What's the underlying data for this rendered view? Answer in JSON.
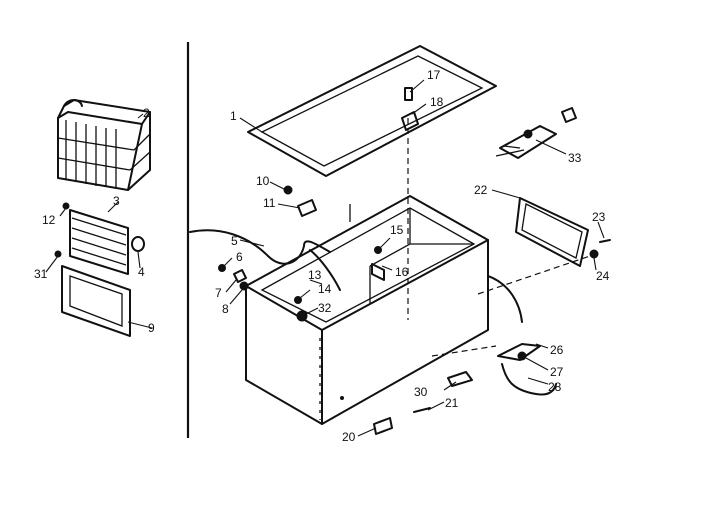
{
  "diagram": {
    "callouts": {
      "c1": "1",
      "c2": "2",
      "c3": "3",
      "c4": "4",
      "c5": "5",
      "c6": "6",
      "c7": "7",
      "c8": "8",
      "c9": "9",
      "c10": "10",
      "c11": "11",
      "c12": "12",
      "c13": "13",
      "c14": "14",
      "c15": "15",
      "c16": "16",
      "c17": "17",
      "c18": "18",
      "c20": "20",
      "c21": "21",
      "c22": "22",
      "c23": "23",
      "c24": "24",
      "c26": "26",
      "c27": "27",
      "c28": "28",
      "c30": "30",
      "c31": "31",
      "c32": "32",
      "c33": "33"
    }
  }
}
